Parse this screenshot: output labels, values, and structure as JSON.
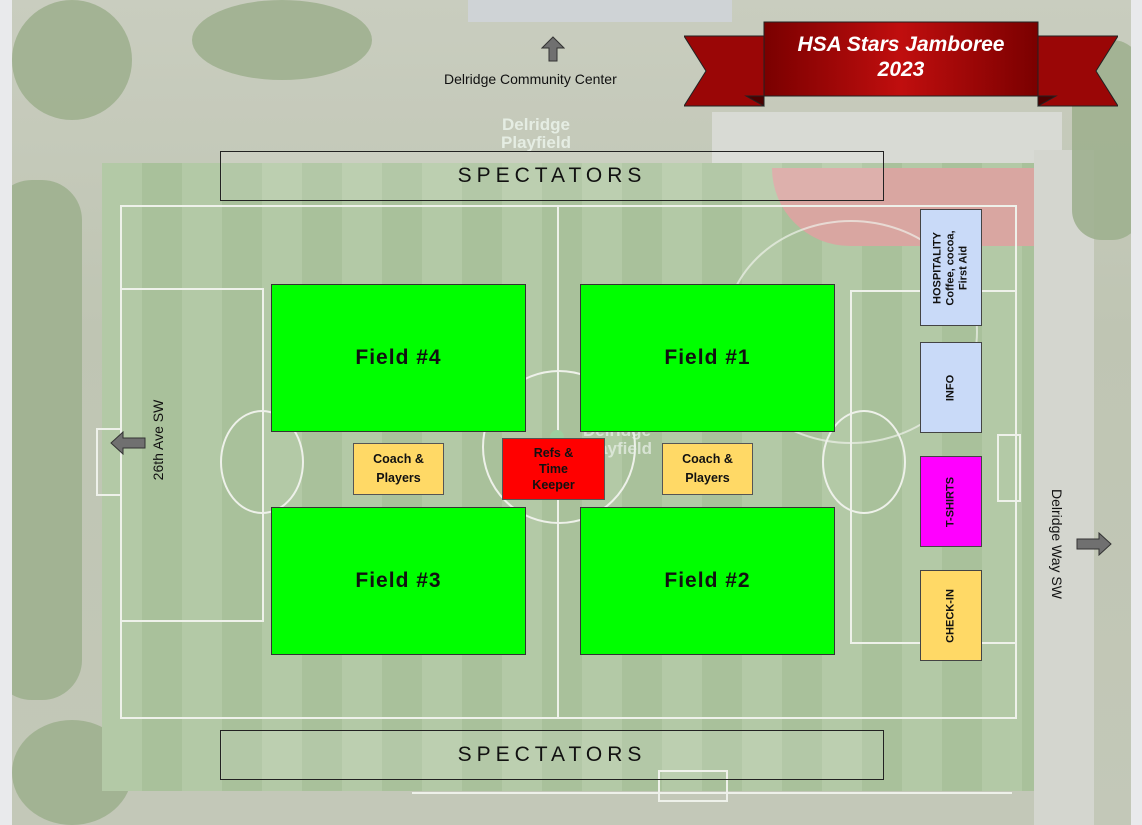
{
  "title": "HSA Stars Jamboree 2023",
  "title_lines": [
    "HSA Stars Jamboree",
    "2023"
  ],
  "labels": {
    "community_center": "Delridge Community Center",
    "west_street": "26th Ave SW",
    "east_street": "Delridge Way SW",
    "map_watermark": [
      "Delridge",
      "Playfield"
    ],
    "map_watermark_center": [
      "Delridge",
      "Playfield"
    ]
  },
  "spectators": {
    "top": "SPECTATORS",
    "bottom": "SPECTATORS"
  },
  "fields": [
    {
      "id": "field-4",
      "label": "Field #4"
    },
    {
      "id": "field-1",
      "label": "Field #1"
    },
    {
      "id": "field-3",
      "label": "Field #3"
    },
    {
      "id": "field-2",
      "label": "Field #2"
    }
  ],
  "center_boxes": {
    "coach_left": [
      "Coach &",
      "Players"
    ],
    "refs": [
      "Refs &",
      "Time",
      "Keeper"
    ],
    "coach_right": [
      "Coach &",
      "Players"
    ]
  },
  "stations": {
    "hospitality": [
      "HOSPITALITY",
      "Coffee, cocoa,",
      "First Aid"
    ],
    "info": "INFO",
    "tshirts": "T-SHIRTS",
    "checkin": "CHECK-IN"
  },
  "colors": {
    "field": "#00ff00",
    "coach": "#ffd966",
    "refs": "#ff0000",
    "hospitality": "#c9daf8",
    "info": "#c9daf8",
    "tshirts": "#ff00ff",
    "checkin": "#ffd966",
    "banner": "#a50d0d",
    "arrow": "#707070"
  },
  "icons": [
    "arrow-up-icon",
    "arrow-left-icon",
    "arrow-right-icon"
  ]
}
